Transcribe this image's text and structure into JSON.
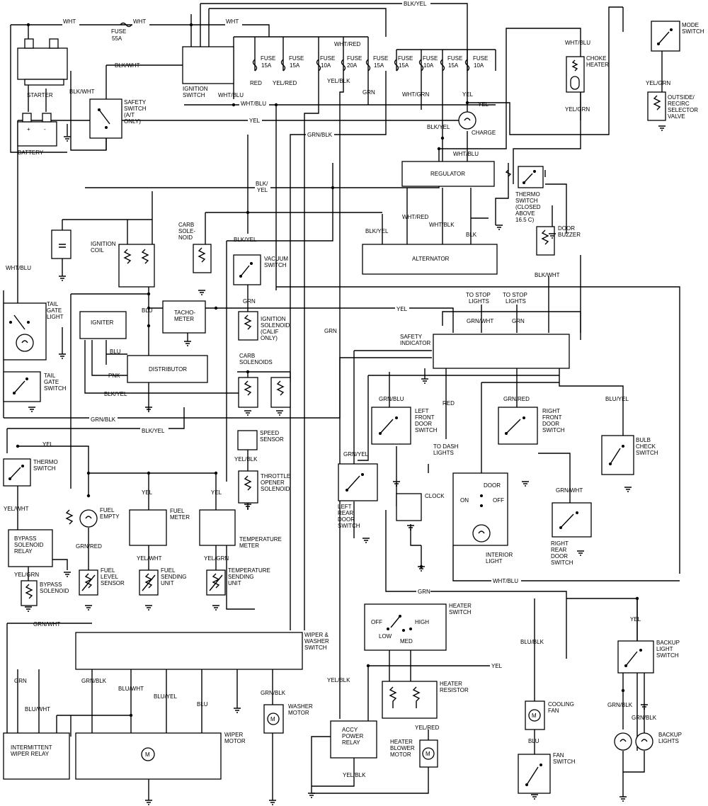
{
  "wire_labels": {
    "wht_1": "WHT",
    "wht_2": "WHT",
    "wht_3": "WHT",
    "blk_yel_top": "BLK/YEL",
    "blk_wht_1": "BLK/WHT",
    "blk_wht_2": "BLK/WHT",
    "red": "RED",
    "yel_red_1": "YEL/RED",
    "yel_blk_1": "YEL/BLK",
    "wht_red_1": "WHT/RED",
    "grn_1": "GRN",
    "wht_grn": "WHT/GRN",
    "yel_1": "YEL",
    "wht_blu_1": "WHT/BLU",
    "yel_2": "YEL",
    "yel_3": "YEL",
    "grn_blk_1": "GRN/BLK",
    "blk_yel_2": "BLK/YEL",
    "wht_blu_2": "WHT/BLU",
    "wht_blu_3": "WHT/BLU",
    "yel_grn_1": "YEL/GRN",
    "yel_grn_2": "YEL/GRN",
    "blk_slash": "BLK/",
    "yel_4": "YEL",
    "blk_yel_3": "BLK/YEL",
    "wht_red_2": "WHT/RED",
    "wht_blk": "WHT/BLK",
    "blk": "BLK",
    "blk_yel_4": "BLK/YEL",
    "blk_wht_3": "BLK/WHT",
    "wht_blu_4": "WHT/BLU",
    "blu_1": "BLU",
    "yel_5": "YEL",
    "grn_2": "GRN",
    "grn_3": "GRN",
    "grn_wht_1": "GRN/WHT",
    "grn_4": "GRN",
    "blu_2": "BLU",
    "pnk": "PNK",
    "blk_yel_5": "BLK/YEL",
    "grn_blk_2": "GRN/BLK",
    "blk_yel_6": "BLK/YEL",
    "yel_6": "YEL",
    "yel_wht_1": "YEL/WHT",
    "grn_red_1": "GRN/RED",
    "yel_7": "YEL",
    "yel_8": "YEL",
    "yel_wht_2": "YEL/WHT",
    "yel_grn_3": "YEL/GRN",
    "yel_grn_4": "YEL/GRN",
    "yel_blk_2": "YEL/BLK",
    "grn_blu": "GRN/BLU",
    "red_2": "RED",
    "grn_red_2": "GRN/RED",
    "blu_yel_1": "BLU/YEL",
    "grn_yel": "GRN/YEL",
    "grn_wht_2": "GRN/WHT",
    "wht_blu_5": "WHT/BLU",
    "grn_5": "GRN",
    "grn_wht_3": "GRN/WHT",
    "yel_blk_3": "YEL/BLK",
    "grn_blk_3": "GRN/BLK",
    "blu_wht_1": "BLU/WHT",
    "blu_yel_2": "BLU/YEL",
    "blu_3": "BLU",
    "grn_6": "GRN",
    "blu_wht_2": "BLU/WHT",
    "grn_blk_4": "GRN/BLK",
    "yel_blk_4": "YEL/BLK",
    "yel_red_2": "YEL/RED",
    "yel_9": "YEL",
    "blu_blk": "BLU/BLK",
    "blu_4": "BLU",
    "yel_10": "YEL",
    "grn_blk_5": "GRN/BLK",
    "grn_blk_6": "GRN/BLK",
    "yel_blk_5": "YEL/BLK"
  },
  "fuses": [
    {
      "id": "fuse_55a",
      "label": "FUSE",
      "rating": "55A"
    },
    {
      "id": "f1",
      "label": "FUSE",
      "rating": "15A"
    },
    {
      "id": "f2",
      "label": "FUSE",
      "rating": "15A"
    },
    {
      "id": "f3",
      "label": "FUSE",
      "rating": "10A"
    },
    {
      "id": "f4",
      "label": "FUSE",
      "rating": "20A"
    },
    {
      "id": "f5",
      "label": "FUSE",
      "rating": "15A"
    },
    {
      "id": "f6",
      "label": "FUSE",
      "rating": "15A"
    },
    {
      "id": "f7",
      "label": "FUSE",
      "rating": "10A"
    },
    {
      "id": "f8",
      "label": "FUSE",
      "rating": "15A"
    },
    {
      "id": "f9",
      "label": "FUSE",
      "rating": "10A"
    }
  ],
  "components": {
    "starter": "STARTER",
    "battery": "BATTERY",
    "ignition_switch": [
      "IGNITION",
      "SWITCH"
    ],
    "safety_switch": [
      "SAFETY",
      "SWITCH",
      "(A/T",
      "ONLY)"
    ],
    "charge": "CHARGE",
    "choke_heater": [
      "CHOKE",
      "HEATER"
    ],
    "mode_switch": [
      "MODE",
      "SWITCH"
    ],
    "recirc_valve": [
      "OUTSIDE/",
      "RECIRC",
      "SELECTOR",
      "VALVE"
    ],
    "regulator": "REGULATOR",
    "thermo_switch_closed": [
      "THERMO",
      "SWITCH",
      "(CLOSED",
      "ABOVE",
      "16.5   C)"
    ],
    "door_buzzer": [
      "DOOR",
      "BUZZER"
    ],
    "alternator": "ALTERNATOR",
    "ignition_coil": [
      "IGNITION",
      "COIL"
    ],
    "carb_solenoid": [
      "CARB",
      "SOLE-",
      "NOID"
    ],
    "vacuum_switch": [
      "VACUUM",
      "SWITCH"
    ],
    "tail_gate_light": [
      "TAIL",
      "GATE",
      "LIGHT"
    ],
    "igniter": "IGNITER",
    "tachometer": [
      "TACHO-",
      "METER"
    ],
    "ignition_solenoid": [
      "IGNITION",
      "SOLENOID",
      "(CALIF",
      "ONLY)"
    ],
    "to_stop_lights_1": [
      "TO STOP",
      "LIGHTS"
    ],
    "to_stop_lights_2": [
      "TO STOP",
      "LIGHTS"
    ],
    "safety_indicator": [
      "SAFETY",
      "INDICATOR"
    ],
    "tail_gate_switch": [
      "TAIL",
      "GATE",
      "SWITCH"
    ],
    "distributor": "DISTRIBUTOR",
    "carb_solenoids": [
      "CARB",
      "SOLENOIDS"
    ],
    "left_front_door_switch": [
      "LEFT",
      "FRONT",
      "DOOR",
      "SWITCH"
    ],
    "right_front_door_switch": [
      "RIGHT",
      "FRONT",
      "DOOR",
      "SWITCH"
    ],
    "bulb_check_switch": [
      "BULB",
      "CHECK",
      "SWITCH"
    ],
    "speed_sensor": [
      "SPEED",
      "SENSOR"
    ],
    "to_dash_lights": [
      "TO DASH",
      "LIGHTS"
    ],
    "thermo_switch": [
      "THERMO",
      "SWITCH"
    ],
    "throttle_opener": [
      "THROTTLE",
      "OPENER",
      "SOLENOID"
    ],
    "interior_light_switch": [
      "DOOR",
      "ON",
      "OFF"
    ],
    "fuel_empty": [
      "FUEL",
      "EMPTY"
    ],
    "fuel_meter": [
      "FUEL",
      "METER"
    ],
    "temperature_meter": [
      "TEMPERATURE",
      "METER"
    ],
    "clock": "CLOCK",
    "left_rear_door_switch": [
      "LEFT",
      "REAR",
      "DOOR",
      "SWITCH"
    ],
    "right_rear_door_switch": [
      "RIGHT",
      "REAR",
      "DOOR",
      "SWITCH"
    ],
    "interior_light": [
      "INTERIOR",
      "LIGHT"
    ],
    "bypass_relay": [
      "BYPASS",
      "SOLENOID",
      "RELAY"
    ],
    "fuel_level_sensor": [
      "FUEL",
      "LEVEL",
      "SENSOR"
    ],
    "fuel_sending_unit": [
      "FUEL",
      "SENDING",
      "UNIT"
    ],
    "temperature_sending_unit": [
      "TEMPERATURE",
      "SENDING",
      "UNIT"
    ],
    "bypass_solenoid": [
      "BYPASS",
      "SOLENOID"
    ],
    "heater_switch": [
      "HEATER",
      "SWITCH"
    ],
    "heater_switch_positions": [
      "OFF",
      "LOW",
      "MED",
      "HIGH"
    ],
    "wiper_washer_switch": [
      "WIPER &",
      "WASHER",
      "SWITCH"
    ],
    "backup_light_switch": [
      "BACKUP",
      "LIGHT",
      "SWITCH"
    ],
    "heater_resistor": [
      "HEATER",
      "RESISTOR"
    ],
    "washer_motor": [
      "WASHER",
      "MOTOR"
    ],
    "cooling_fan": [
      "COOLING",
      "FAN"
    ],
    "wiper_motor": [
      "WIPER",
      "MOTOR"
    ],
    "motor_symbol": "M",
    "accy_power_relay": [
      "ACCY",
      "POWER",
      "RELAY"
    ],
    "heater_blower_motor": [
      "HEATER",
      "BLOWER",
      "MOTOR"
    ],
    "backup_lights": [
      "BACKUP",
      "LIGHTS"
    ],
    "intermittent_wiper_relay": [
      "INTERMITTENT",
      "WIPER RELAY"
    ],
    "fan_switch": [
      "FAN",
      "SWITCH"
    ]
  }
}
